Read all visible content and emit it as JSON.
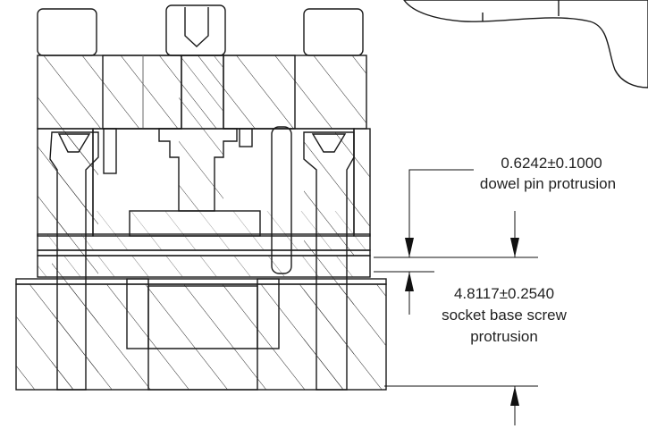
{
  "annotations": {
    "dowel": {
      "value": "0.6242±0.1000",
      "label": "dowel pin protrusion"
    },
    "screw": {
      "value": "4.8117±0.2540",
      "label_line1": "socket base screw",
      "label_line2": "protrusion"
    }
  },
  "colors": {
    "steel_dark": "#7d7d7d",
    "steel_mid": "#9a9a9a",
    "steel_light": "#b5b5b5",
    "base_gray": "#a3a3a3",
    "olive_layer": "#a39c3a",
    "green_layer": "#3f6b3a",
    "copper_layer": "#9a5a2e",
    "hatch": "#2b2b2b"
  }
}
